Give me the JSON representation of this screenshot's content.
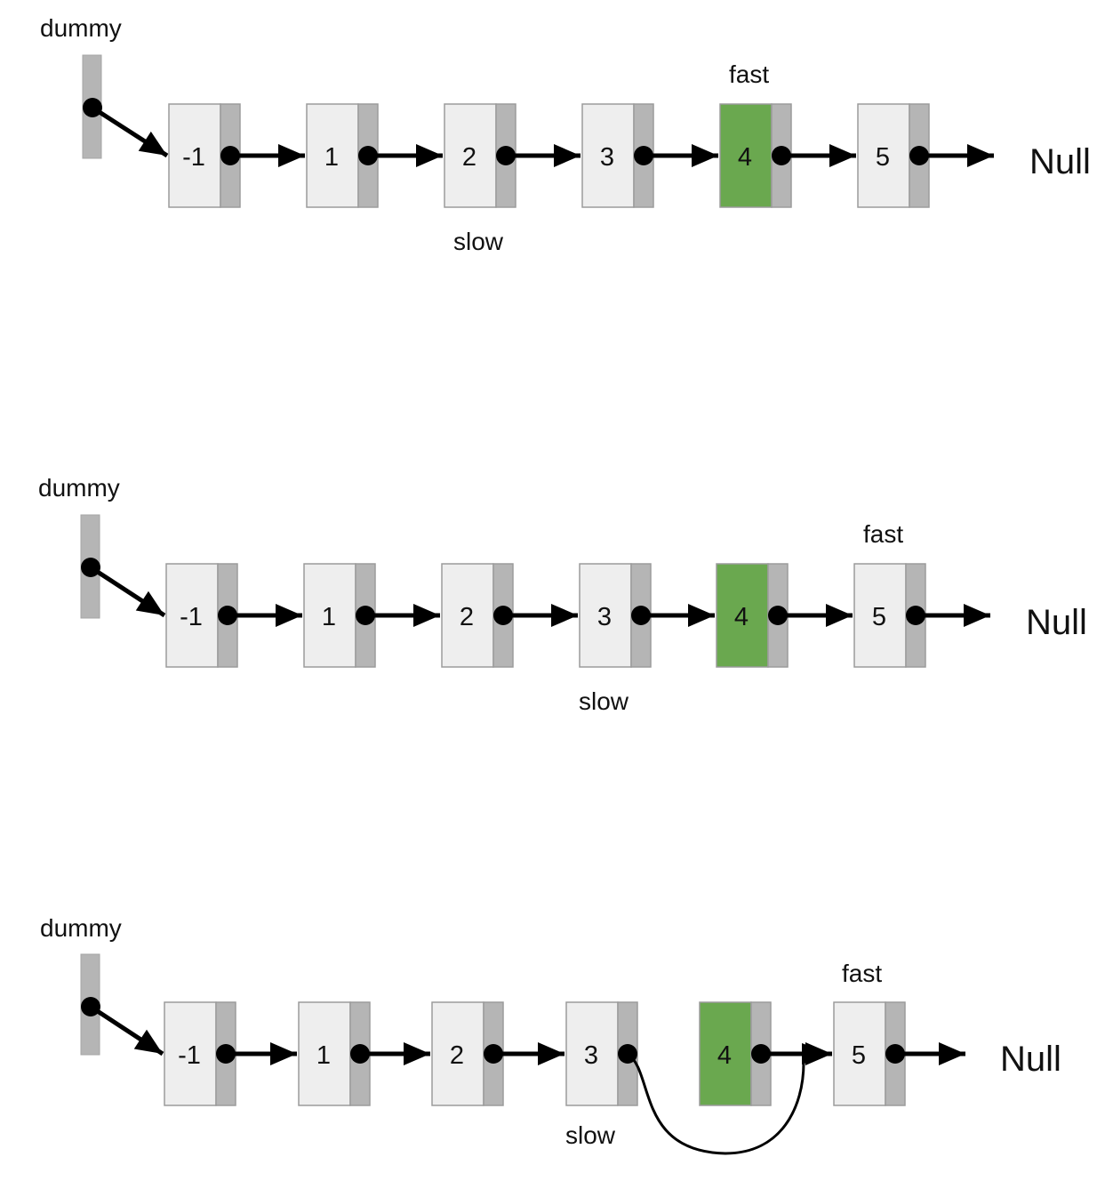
{
  "colors": {
    "node_fill": "#eeeeee",
    "node_border": "#9b9b9b",
    "pointer_cell": "#b5b5b5",
    "highlight": "#6aa84f",
    "arrow": "#000000"
  },
  "panels": [
    {
      "dummy_label": "dummy",
      "fast_label": "fast",
      "slow_label": "slow",
      "null_label": "Null",
      "nodes": [
        {
          "value": "-1",
          "highlight": false
        },
        {
          "value": "1",
          "highlight": false
        },
        {
          "value": "2",
          "highlight": false
        },
        {
          "value": "3",
          "highlight": false
        },
        {
          "value": "4",
          "highlight": true
        },
        {
          "value": "5",
          "highlight": false
        }
      ],
      "fast_at": 4,
      "slow_at": 2,
      "bypass": false
    },
    {
      "dummy_label": "dummy",
      "fast_label": "fast",
      "slow_label": "slow",
      "null_label": "Null",
      "nodes": [
        {
          "value": "-1",
          "highlight": false
        },
        {
          "value": "1",
          "highlight": false
        },
        {
          "value": "2",
          "highlight": false
        },
        {
          "value": "3",
          "highlight": false
        },
        {
          "value": "4",
          "highlight": true
        },
        {
          "value": "5",
          "highlight": false
        }
      ],
      "fast_at": 5,
      "slow_at": 3,
      "bypass": false
    },
    {
      "dummy_label": "dummy",
      "fast_label": "fast",
      "slow_label": "slow",
      "null_label": "Null",
      "nodes": [
        {
          "value": "-1",
          "highlight": false
        },
        {
          "value": "1",
          "highlight": false
        },
        {
          "value": "2",
          "highlight": false
        },
        {
          "value": "3",
          "highlight": false
        },
        {
          "value": "4",
          "highlight": true
        },
        {
          "value": "5",
          "highlight": false
        }
      ],
      "fast_at": 5,
      "slow_at": 3,
      "bypass": true
    }
  ]
}
